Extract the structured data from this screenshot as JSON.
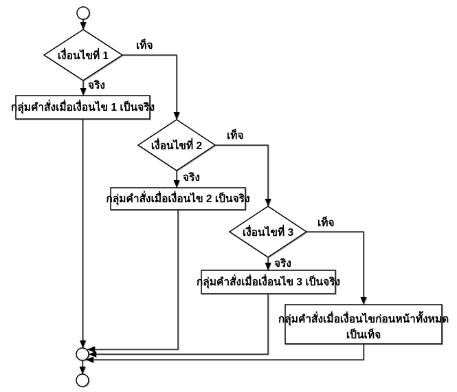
{
  "page": {
    "background": "#ffffff",
    "stroke_color": "#000000",
    "node_fill": "#ffffff"
  },
  "diagram": {
    "type": "flowchart",
    "branch_labels": {
      "true_label": "จริง",
      "false_label": "เท็จ"
    },
    "nodes": {
      "start": {
        "shape": "circle"
      },
      "decision1": {
        "shape": "diamond",
        "label": "เงื่อนไขที่ 1"
      },
      "process1": {
        "shape": "rect",
        "label": "กลุ่มคำสั่งเมื่อเงื่อนไข 1 เป็นจริง"
      },
      "decision2": {
        "shape": "diamond",
        "label": "เงื่อนไขที่ 2"
      },
      "process2": {
        "shape": "rect",
        "label": "กลุ่มคำสั่งเมื่อเงื่อนไข 2 เป็นจริง"
      },
      "decision3": {
        "shape": "diamond",
        "label": "เงื่อนไขที่ 3"
      },
      "process3": {
        "shape": "rect",
        "label": "กลุ่มคำสั่งเมื่อเงื่อนไข 3 เป็นจริง"
      },
      "process_else": {
        "shape": "rect",
        "label_line1": "กลุ่มคำสั่งเมื่อเงื่อนไขก่อนหน้าทั้งหมด",
        "label_line2": "เป็นเท็จ"
      },
      "merge": {
        "shape": "circle"
      },
      "end": {
        "shape": "circle"
      }
    }
  }
}
